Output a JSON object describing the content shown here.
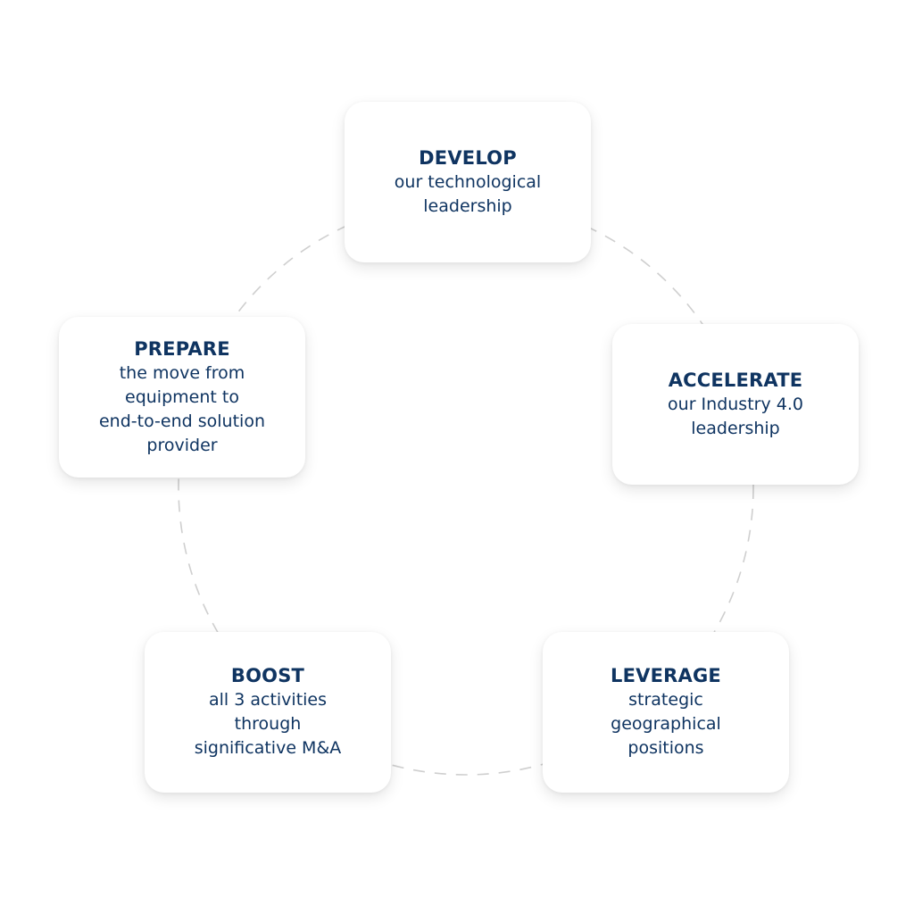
{
  "colors": {
    "text": "#0f3461",
    "card_background": "#ffffff",
    "ring_stroke": "#cfcfcf",
    "page_background": "#ffffff"
  },
  "nodes": [
    {
      "title": "DEVELOP",
      "description": "our technological\nleadership"
    },
    {
      "title": "ACCELERATE",
      "description": "our Industry 4.0\nleadership"
    },
    {
      "title": "LEVERAGE",
      "description": "strategic\ngeographical\npositions"
    },
    {
      "title": "BOOST",
      "description": "all 3 activities\nthrough\nsignificative M&A"
    },
    {
      "title": "PREPARE",
      "description": "the move from\nequipment to\nend-to-end solution\nprovider"
    }
  ]
}
